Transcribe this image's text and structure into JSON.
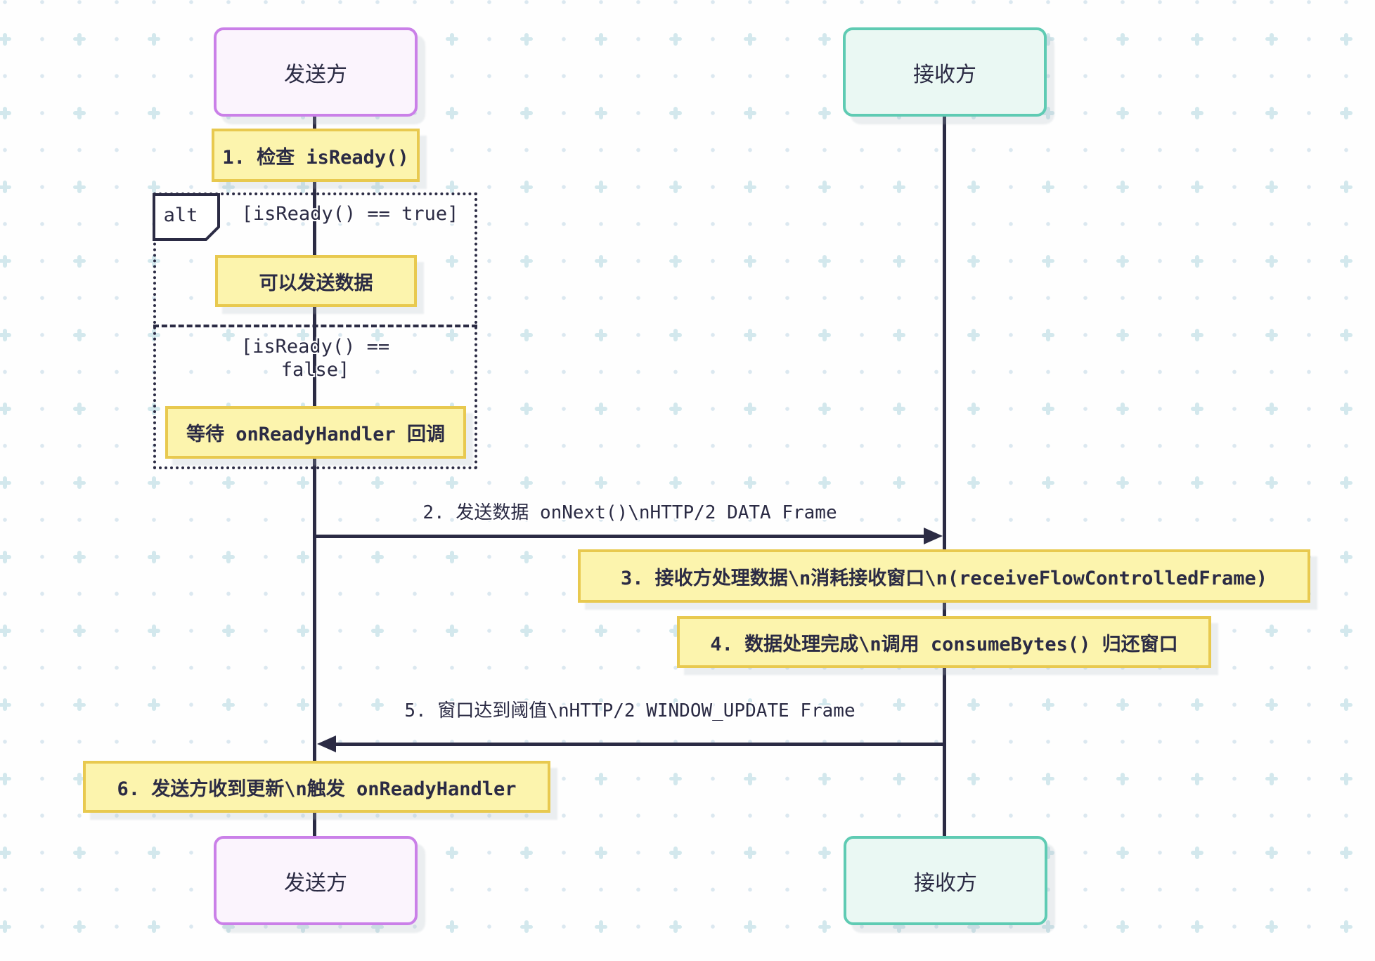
{
  "diagram": {
    "type": "sequence-diagram",
    "actors": {
      "sender": "发送方",
      "receiver": "接收方"
    },
    "notes": {
      "step1": "1. 检查 isReady()",
      "can_send": "可以发送数据",
      "wait_callback": "等待 onReadyHandler 回调",
      "step3": "3. 接收方处理数据\\n消耗接收窗口\\n(receiveFlowControlledFrame)",
      "step4": "4. 数据处理完成\\n调用 consumeBytes() 归还窗口",
      "step6": "6. 发送方收到更新\\n触发 onReadyHandler"
    },
    "alt": {
      "label": "alt",
      "condition_true": "[isReady() == true]",
      "condition_false": "[isReady() ==\nfalse]"
    },
    "messages": {
      "msg2": "2. 发送数据 onNext()\\nHTTP/2 DATA Frame",
      "msg5": "5. 窗口达到阈值\\nHTTP/2 WINDOW_UPDATE Frame"
    },
    "colors": {
      "ink": "#2b2b44",
      "note_fill": "#fcf4ad",
      "note_border": "#e8c94f",
      "sender_border": "#ca80e8",
      "sender_fill": "#fbf4fd",
      "receiver_border": "#5fcbb3",
      "receiver_fill": "#eaf8f3",
      "pattern_plus": "#d3e8ed",
      "pattern_dot": "#dbe8f0"
    }
  }
}
